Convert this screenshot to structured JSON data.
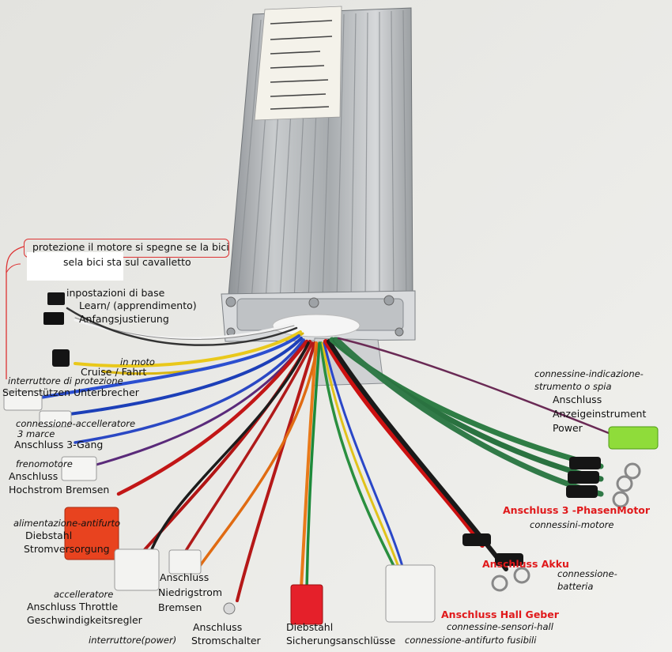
{
  "labels": {
    "protection_line1": "protezione il motore si spegne se la bici",
    "protection_line2": "sela bici sta sul cavalletto",
    "basic_settings": "inpostazioni di base",
    "learn": "Learn/ (apprendimento)",
    "anfangsjustierung": "Anfangsjustierung",
    "in_moto": "in moto",
    "cruise": "Cruise / Fahrt",
    "interruttore_protezione": "interruttore di protezione",
    "seitenstuetzen": "Seitenstützen Unterbrecher",
    "connessione_accelleratore": "connessione-accelleratore",
    "tre_marce": "3 marce",
    "anschluss_3gang": "Anschluss 3-Gang",
    "frenomotore": "frenomotore",
    "anschluss_hochstrom_1": "Anschluss",
    "anschluss_hochstrom_2": "Hochstrom Bremsen",
    "alimentazione_antifurto": "alimentazione-antifurto",
    "diebstahl_strom_1": "Diebstahl",
    "diebstahl_strom_2": "Stromversorgung",
    "accelleratore": "accelleratore",
    "anschluss_throttle": "Anschluss  Throttle",
    "geschwindigkeitsregler": "Geschwindigkeitsregler",
    "niedrig_1": "Anschluss",
    "niedrig_2": "Niedrigstrom",
    "niedrig_3": "Bremsen",
    "stromschalter_1": "Anschluss",
    "stromschalter_2": "Stromschalter",
    "interruttore_power": "interruttore(power)",
    "diebstahl_sich_1": "Diebstahl",
    "diebstahl_sich_2": "Sicherungsanschlüsse",
    "connessine_indicazione_1": "connessine-indicazione-",
    "connessine_indicazione_2": "strumento o spia",
    "anzeige_1": "Anschluss",
    "anzeige_2": "Anzeigeinstrument",
    "anzeige_3": "Power",
    "phasen_motor": "Anschluss 3 -PhasenMotor",
    "connessini_motore": "connessini-motore",
    "anschluss_akku": "Anschluss Akku",
    "connessione_batteria_1": "connessione-",
    "connessione_batteria_2": "batteria",
    "hall_geber": "Anschluss Hall Geber",
    "sensori_hall": "connessine-sensori-hall",
    "antifurto_fusibili": "connessione-antifurto fusibili"
  },
  "colors": {
    "accent_red": "#e0191b",
    "background": "#e9e9e6",
    "housing": "#b9bcbf"
  },
  "icons": [
    "motor-controller-unit",
    "wire-harness",
    "connector-plug",
    "ring-terminal"
  ]
}
